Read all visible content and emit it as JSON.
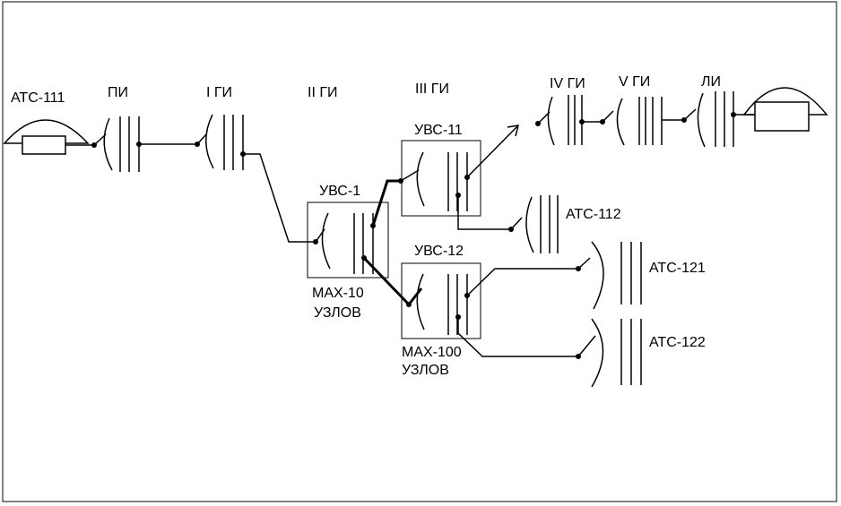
{
  "labels": {
    "ats111": "АТС-111",
    "pi": "ПИ",
    "gi1": "I ГИ",
    "gi2": "II ГИ",
    "gi3": "III ГИ",
    "gi4": "IV ГИ",
    "gi5": "V ГИ",
    "li": "ЛИ",
    "uvs1": "УВС-1",
    "uvs11": "УВС-11",
    "uvs12": "УВС-12",
    "ats112": "АТС-112",
    "ats121": "АТС-121",
    "ats122": "АТС-122",
    "max10_line1": "МАХ-10",
    "max10_line2": "УЗЛОВ",
    "max100_line1": "МАХ-100",
    "max100_line2": "УЗЛОВ"
  },
  "colors": {
    "line": "#000000",
    "background": "#ffffff",
    "frame": "#222222"
  }
}
